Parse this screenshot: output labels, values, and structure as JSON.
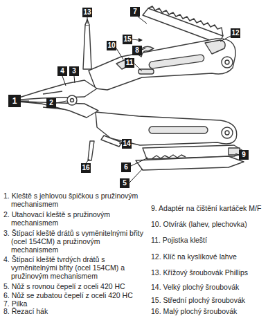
{
  "diagram": {
    "nodes": [
      {
        "text": [
          "7"
        ]
      },
      {
        "text": [
          "13"
        ]
      },
      {
        "text": [
          "12"
        ]
      },
      {
        "text": [
          "15"
        ]
      },
      {
        "text": [
          "10"
        ]
      },
      {
        "text": [
          "8"
        ]
      },
      {
        "text": [
          "11"
        ]
      },
      {
        "text": [
          "4"
        ]
      },
      {
        "text": [
          "3"
        ]
      },
      {
        "text": [
          "1"
        ]
      },
      {
        "text": [
          "2"
        ]
      },
      {
        "text": [
          "14"
        ]
      },
      {
        "text": [
          "9"
        ]
      },
      {
        "text": [
          "16"
        ]
      },
      {
        "text": [
          "6"
        ]
      },
      {
        "text": [
          "5"
        ]
      }
    ],
    "labels": [
      "1. Kleště s jehlovou špičkou s pružinovým mechanismem",
      "2. Utahovací kleště s pružinovým mechanismem",
      "3. Štípací kleště drátů s vyměnitelnými břity (ocel 154CM) a pružinovým mechanismem",
      "4. Štípací kleště tvrdých drátů s vyměnitelnými břity (ocel 154CM) a pružinovým mechanismem",
      "5. Nůž s rovnou čepelí z oceli 420 HC",
      "6. Nůž se zubatou čepelí z oceli 420 HC",
      "7. Pilka",
      "8. Řezací hák",
      "9. Adaptér na čištění kartáček M/F",
      "10. Otvírák (lahev, plechovka)",
      "11. Pojistka kleští",
      "12. Klíč na kyslíkové lahve",
      "13. Křížový šroubovák Phillips",
      "14. Velký plochý šroubovák",
      "15. Střední plochý šroubovák",
      "16. Malý plochý šroubovák"
    ]
  }
}
